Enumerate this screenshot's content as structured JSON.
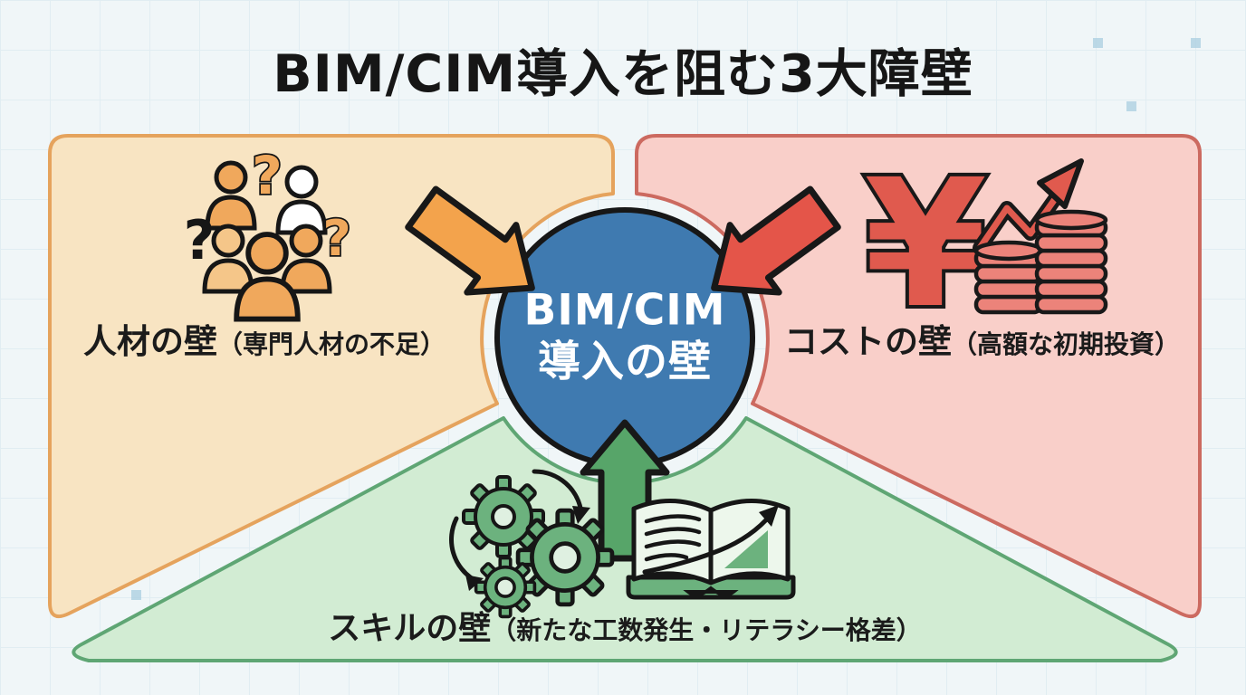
{
  "title": "BIM/CIM導入を阻む3大障壁",
  "center_circle": {
    "line1": "BIM/CIM",
    "line2": "導入の壁",
    "fill_color": "#3f7ab0",
    "text_color": "#ffffff"
  },
  "barriers": {
    "personnel": {
      "label": "人材の壁",
      "sublabel": "（専門人材の不足）",
      "icon": "people-with-question-marks-icon",
      "panel_fill": "#f8e4c2",
      "panel_border": "#e5a35d",
      "arrow_color": "#f3a34c",
      "position": "top-left"
    },
    "cost": {
      "label": "コストの壁",
      "sublabel": "（高額な初期投資）",
      "icon": "yen-rising-cost-icon",
      "panel_fill": "#f9cfc9",
      "panel_border": "#cc6a60",
      "arrow_color": "#e45549",
      "position": "top-right"
    },
    "skill": {
      "label": "スキルの壁",
      "sublabel": "（新たな工数発生・リテラシー格差）",
      "icon": "gears-and-book-icon",
      "panel_fill": "#d2ecd3",
      "panel_border": "#5fa674",
      "arrow_color": "#57a569",
      "position": "bottom"
    }
  },
  "glyphs": {
    "question_mark": "?",
    "yen": "¥"
  },
  "background": {
    "base_color": "#f0f6f8",
    "grid_color": "#cadfe9"
  }
}
